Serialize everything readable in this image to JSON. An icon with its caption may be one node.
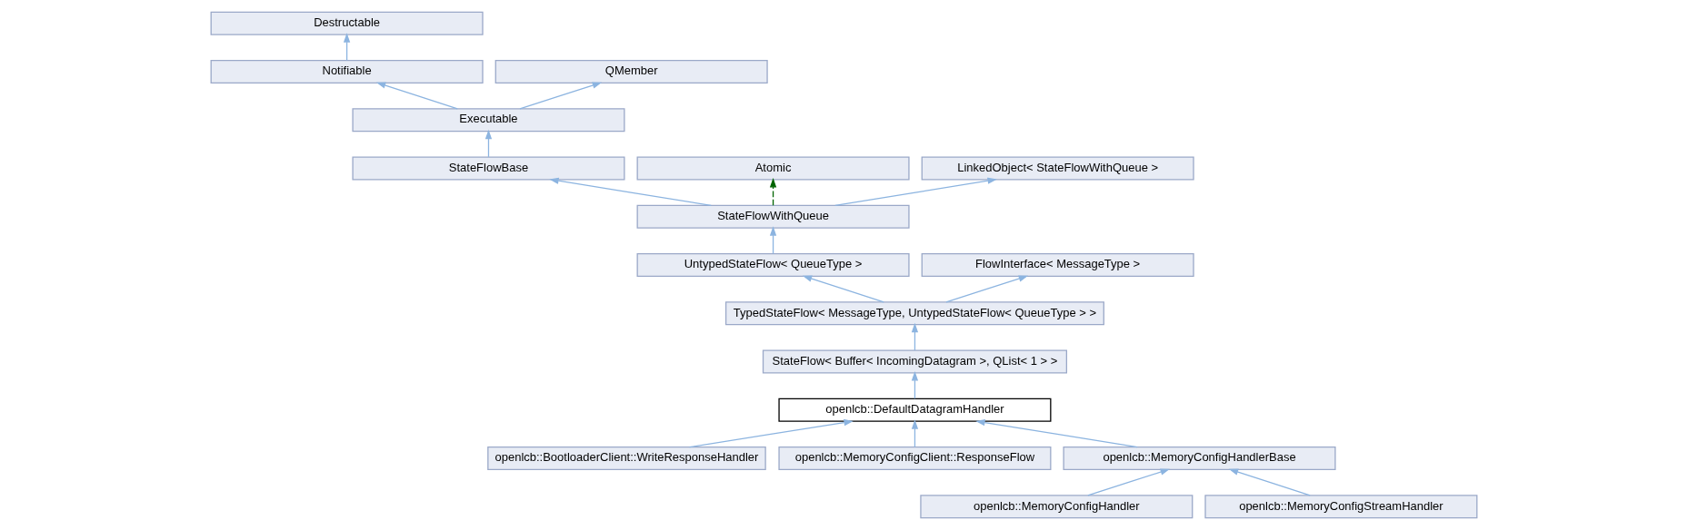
{
  "diagram": {
    "nodes": [
      {
        "text": [
          "Destructable"
        ]
      },
      {
        "text": [
          "Notifiable"
        ]
      },
      {
        "text": [
          "QMember"
        ]
      },
      {
        "text": [
          "Executable"
        ]
      },
      {
        "text": [
          "StateFlowBase"
        ]
      },
      {
        "text": [
          "Atomic"
        ]
      },
      {
        "text": [
          "LinkedObject< StateFlowWithQueue >"
        ]
      },
      {
        "text": [
          "StateFlowWithQueue"
        ]
      },
      {
        "text": [
          "UntypedStateFlow< QueueType >"
        ]
      },
      {
        "text": [
          "FlowInterface< MessageType >"
        ]
      },
      {
        "text": [
          "TypedStateFlow< MessageType, UntypedStateFlow< QueueType > >"
        ]
      },
      {
        "text": [
          "StateFlow< Buffer< IncomingDatagram >, QList< 1 > >"
        ]
      },
      {
        "text": [
          "openlcb::DefaultDatagramHandler"
        ]
      },
      {
        "text": [
          "openlcb::BootloaderClient::WriteResponseHandler"
        ]
      },
      {
        "text": [
          "openlcb::MemoryConfigClient::ResponseFlow"
        ]
      },
      {
        "text": [
          "openlcb::MemoryConfigHandlerBase"
        ]
      },
      {
        "text": [
          "openlcb::MemoryConfigHandler"
        ]
      },
      {
        "text": [
          "openlcb::MemoryConfigStreamHandler"
        ]
      }
    ],
    "edges": [
      {
        "from": 1,
        "to": 0,
        "arrow": "to"
      },
      {
        "from": 3,
        "to": 1,
        "arrow": "to"
      },
      {
        "from": 3,
        "to": 2,
        "arrow": "to"
      },
      {
        "from": 4,
        "to": 3,
        "arrow": "to"
      },
      {
        "from": 7,
        "to": 4,
        "arrow": "to"
      },
      {
        "from": 7,
        "to": 5,
        "arrow": "to",
        "style": "dashed",
        "color": "#006400"
      },
      {
        "from": 7,
        "to": 6,
        "arrow": "to"
      },
      {
        "from": 8,
        "to": 7,
        "arrow": "to"
      },
      {
        "from": 10,
        "to": 8,
        "arrow": "to"
      },
      {
        "from": 10,
        "to": 9,
        "arrow": "to"
      },
      {
        "from": 11,
        "to": 10,
        "arrow": "to"
      },
      {
        "from": 12,
        "to": 11,
        "arrow": "to"
      },
      {
        "from": 13,
        "to": 12,
        "arrow": "to"
      },
      {
        "from": 14,
        "to": 12,
        "arrow": "to"
      },
      {
        "from": 15,
        "to": 12,
        "arrow": "to"
      },
      {
        "from": 16,
        "to": 15,
        "arrow": "to"
      },
      {
        "from": 17,
        "to": 15,
        "arrow": "to"
      }
    ]
  }
}
